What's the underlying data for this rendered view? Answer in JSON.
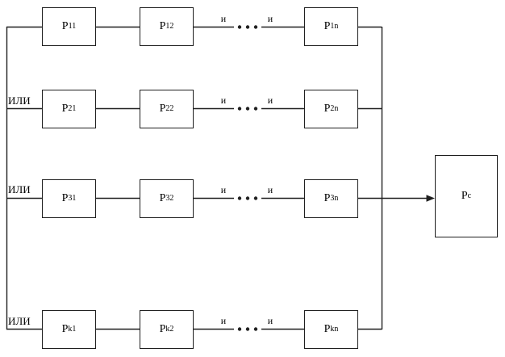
{
  "diagram": {
    "colors": {
      "background": "#ffffff",
      "line": "#1f1f1f",
      "text": "#000000"
    },
    "or_connector_label": "ИЛИ",
    "and_connector_label": "и",
    "rows": [
      {
        "or_label": null,
        "and_left": "и",
        "and_right": "и",
        "cells": [
          {
            "base": "P",
            "sub": "11"
          },
          {
            "base": "P",
            "sub": "12"
          },
          {
            "base": "P",
            "sub": "1n"
          }
        ]
      },
      {
        "or_label": "ИЛИ",
        "and_left": "и",
        "and_right": "и",
        "cells": [
          {
            "base": "P",
            "sub": "21"
          },
          {
            "base": "P",
            "sub": "22"
          },
          {
            "base": "P",
            "sub": "2n"
          }
        ]
      },
      {
        "or_label": "ИЛИ",
        "and_left": "и",
        "and_right": "и",
        "cells": [
          {
            "base": "P",
            "sub": "31"
          },
          {
            "base": "P",
            "sub": "32"
          },
          {
            "base": "P",
            "sub": "3n"
          }
        ]
      },
      {
        "or_label": "ИЛИ",
        "and_left": "и",
        "and_right": "и",
        "cells": [
          {
            "base": "P",
            "sub": "k1"
          },
          {
            "base": "P",
            "sub": "k2"
          },
          {
            "base": "P",
            "sub": "kn"
          }
        ]
      }
    ],
    "output": {
      "base": "P",
      "sub": "c"
    }
  }
}
